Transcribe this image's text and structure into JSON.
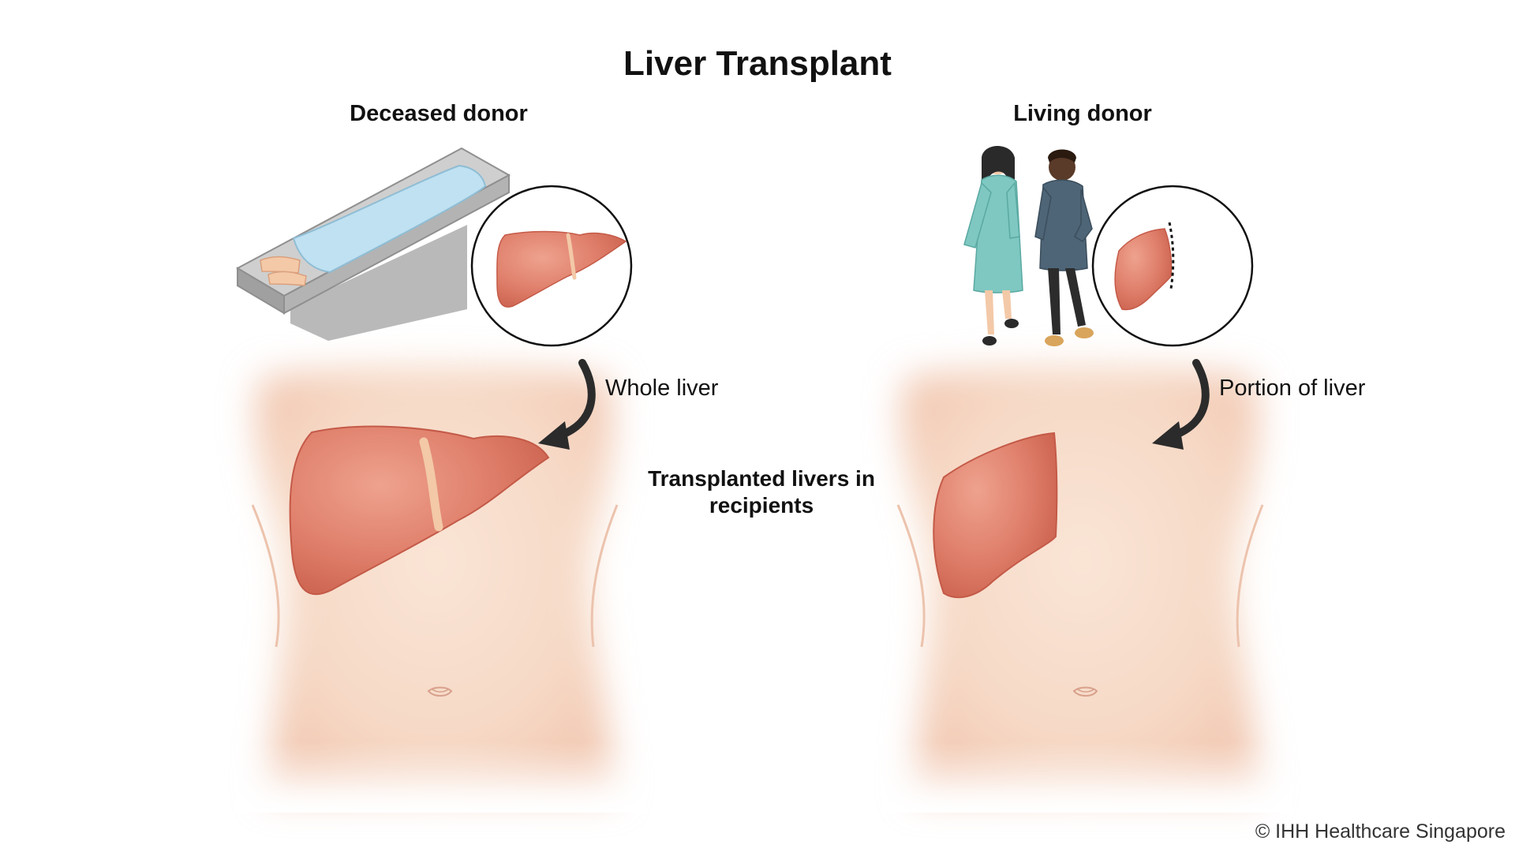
{
  "title": "Liver Transplant",
  "deceased": {
    "heading": "Deceased donor",
    "graft_label": "Whole liver"
  },
  "living": {
    "heading": "Living donor",
    "graft_label": "Portion of liver"
  },
  "recipients_label": "Transplanted livers in recipients",
  "copyright": "© IHH Healthcare Singapore",
  "colors": {
    "liver": "#d9705e",
    "liver_highlight": "#eb9a86",
    "liver_outline": "#c45a48",
    "ligament": "#f3c9a8",
    "skin": "#f6dcc8",
    "sheet": "#bfe1f2",
    "table": "#a9a9a9",
    "gown": "#7ec8c1",
    "arrow": "#2b2b2b"
  }
}
